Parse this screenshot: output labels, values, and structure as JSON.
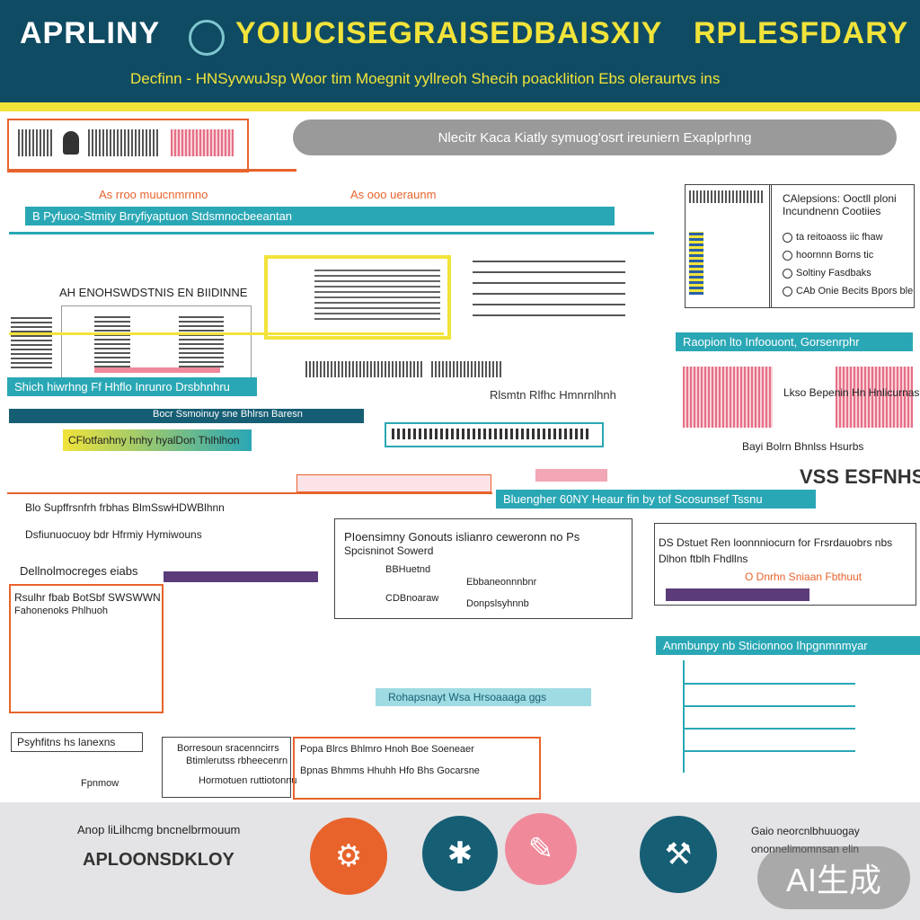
{
  "header": {
    "title_left": "APRLINY",
    "title_center": "YOIUCISEGRAISEDBAISXIY",
    "title_right": "RPLESFDARY",
    "subtitle": "Decfinn - HNSyvwuJsp Woor tim Moegnit yyllreoh Shecih poacklition Ebs oleraurtvs ins",
    "accent": "#0f4b62",
    "rule_color": "#f1e33a"
  },
  "search": {
    "placeholder": "Nlecitr Kaca Kiatly symuog'osrt ireuniern Exaplprhng"
  },
  "labels": {
    "top_left_heading": "As rroo muucnmrnno",
    "top_mid_heading": "As ooo ueraunm",
    "teal_bar_1": "B Pyfuoo-Stmity Brryfiyaptuon Stdsmnocbeeantan",
    "left_caption": "AH ENOHSWDSTNIS EN BIIDINNE",
    "teal_bar_2": "Shich hiwrhng Ff Hhflo Inrunro Drsbhnhru",
    "sub_bar": "Bocr Ssmoinuy sne Bhlrsn Baresn",
    "gradient_label": "CFlotfanhny hnhy hyalDon Thlhlhon",
    "pink_label": "Rlsmtn Rlfhc Hmnrnlhnh",
    "right_list_title": "CAlepsions: Ooctll ploni Incundnenn Cootiies",
    "right_list_items": [
      "ta reitoaoss iic fhaw",
      "hoornnn Borns tic",
      "Soltiny Fasdbaks",
      "CAb Onie Becits Bpors ble"
    ],
    "teal_bar_3": "Raopion lto Infoouont, Gorsenrphr",
    "right_caption": "Lkso Bepenin Hn Hnlicurnas",
    "right_caption_2": "Bayi Bolrn Bhnlss Hsurbs",
    "vss": "VSS ESFNHS",
    "teal_bar_4": "Bluengher 60NY Heaur fin by tof Scosunsef Tssnu",
    "mid_title": "PIoensimny Gonouts islianro ceweronn no Ps",
    "mid_sub": "Spcisninot Sowerd",
    "mid_item_1": "BBHuetnd",
    "mid_item_2": "Ebbaneonnnbnr",
    "mid_item_3": "CDBnoaraw",
    "mid_item_4": "Donpslsyhnnb",
    "left_row_1": "Blo Supffrsnfrh frbhas BlmSswHDWBlhnn",
    "left_row_2": "Dsfiunuocuoy bdr Hfrmiy Hymiwouns",
    "left_heading": "Dellnolmocreges eiabs",
    "left_box_1": "Rsulhr fbab BotSbf SWSWWN",
    "left_box_2": "Fahonenoks Phlhuoh",
    "left_bottom": "Psyhfitns hs lanexns",
    "left_bottom_2": "Fpnmow",
    "center_bottom_1": "Borresoun sracenncirrs",
    "center_bottom_2": "Btimlerutss rbheecenrn",
    "center_bottom_3": "Hormotuen ruttiotonnu",
    "teal_bar_5": "Rohapsnayt Wsa Hrsoaaaga ggs",
    "footnote_1": "Popa Blrcs Bhlmro Hnoh Boe Soeneaer",
    "footnote_2": "Bpnas Bhmms Hhuhh Hfo Bhs Gocarsne",
    "right_mid_1": "DS Dstuet Ren loonnniocurn for Frsrdauobrs nbs",
    "right_mid_2": "Dlhon ftblh Fhdllns",
    "right_mid_3": "O Dnrhn Sniaan Fbthuut",
    "teal_bar_6": "Anmbunpy nb Sticionnoo Ihpgnmnmyar"
  },
  "footer": {
    "caption": "Anop liLilhcmg bncnelbrmouum",
    "brand": "APLOONSDKLOY",
    "right_text_1": "Gaio neorcnlbhuuogay",
    "right_text_2": "ononnelimomnsan elin",
    "icons": [
      {
        "name": "wrench-icon",
        "color": "#e8632c",
        "glyph": "⚙"
      },
      {
        "name": "gear-icon",
        "color": "#165e74",
        "glyph": "✱"
      },
      {
        "name": "tools-icon",
        "color": "#f08a9b",
        "glyph": "✎"
      },
      {
        "name": "machine-icon",
        "color": "#165e74",
        "glyph": "⚒"
      }
    ]
  },
  "badge": {
    "label": "AI生成"
  }
}
